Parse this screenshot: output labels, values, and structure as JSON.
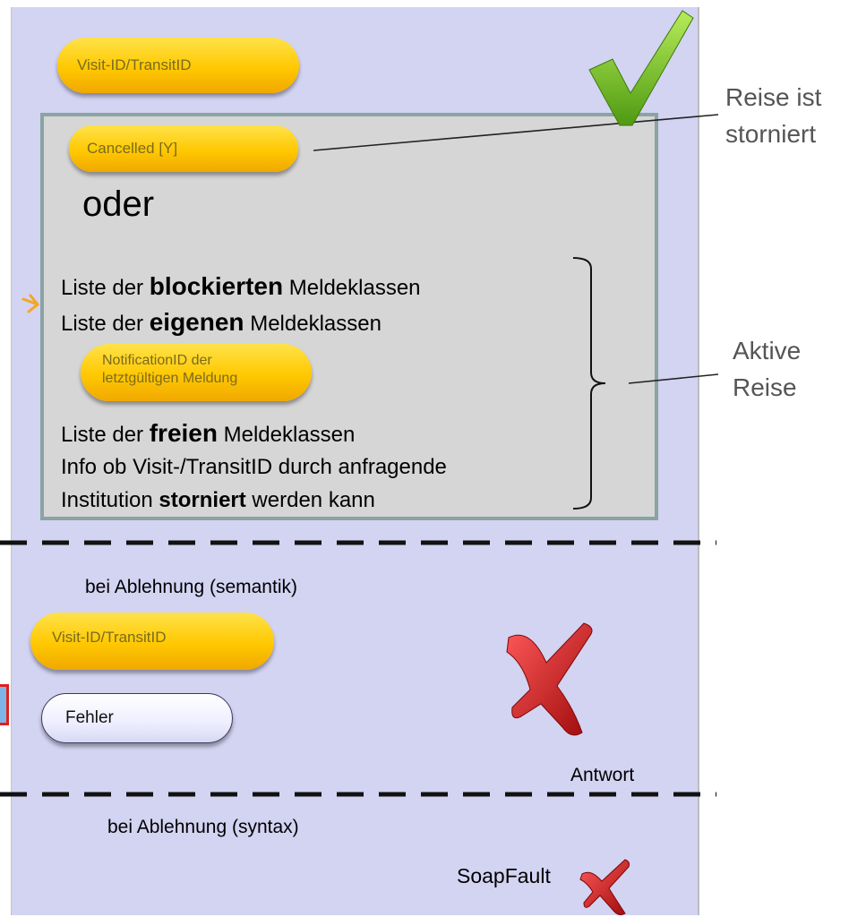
{
  "pills": {
    "visit_top": "Visit-ID/TransitID",
    "cancelled": "Cancelled [Y]",
    "notification_line1": "NotificationID der",
    "notification_line2": "letztgültigen Meldung",
    "visit_bottom": "Visit-ID/TransitID",
    "fehler": "Fehler"
  },
  "oder": "oder",
  "list": {
    "line1": {
      "pre": "Liste der ",
      "bold": "blockierten",
      "post": " Meldeklassen"
    },
    "line2": {
      "pre": "Liste der ",
      "bold": "eigenen",
      "post": " Meldeklassen"
    },
    "line3": {
      "pre": "Liste der ",
      "bold": "freien",
      "post": " Meldeklassen"
    },
    "line4": "Info ob Visit-/TransitID durch anfragende",
    "line5": {
      "pre": "Institution ",
      "bold": "storniert",
      "post": " werden kann"
    }
  },
  "annotations": {
    "reise_storniert_1": "Reise ist",
    "reise_storniert_2": "storniert",
    "aktive_reise_1": "Aktive",
    "aktive_reise_2": "Reise"
  },
  "sections": {
    "semantik": "bei Ablehnung  (semantik)",
    "antwort": "Antwort",
    "syntax": "bei Ablehnung  (syntax)",
    "soapfault": "SoapFault"
  },
  "colors": {
    "panel": "#d3d3f2",
    "pill_yellow": "#ffc800",
    "check_green": "#7cc32a",
    "cross_red": "#c8102e",
    "arrow_orange": "#f5a623"
  },
  "icons": [
    "checkmark-icon",
    "cross-icon",
    "arrow-icon"
  ]
}
